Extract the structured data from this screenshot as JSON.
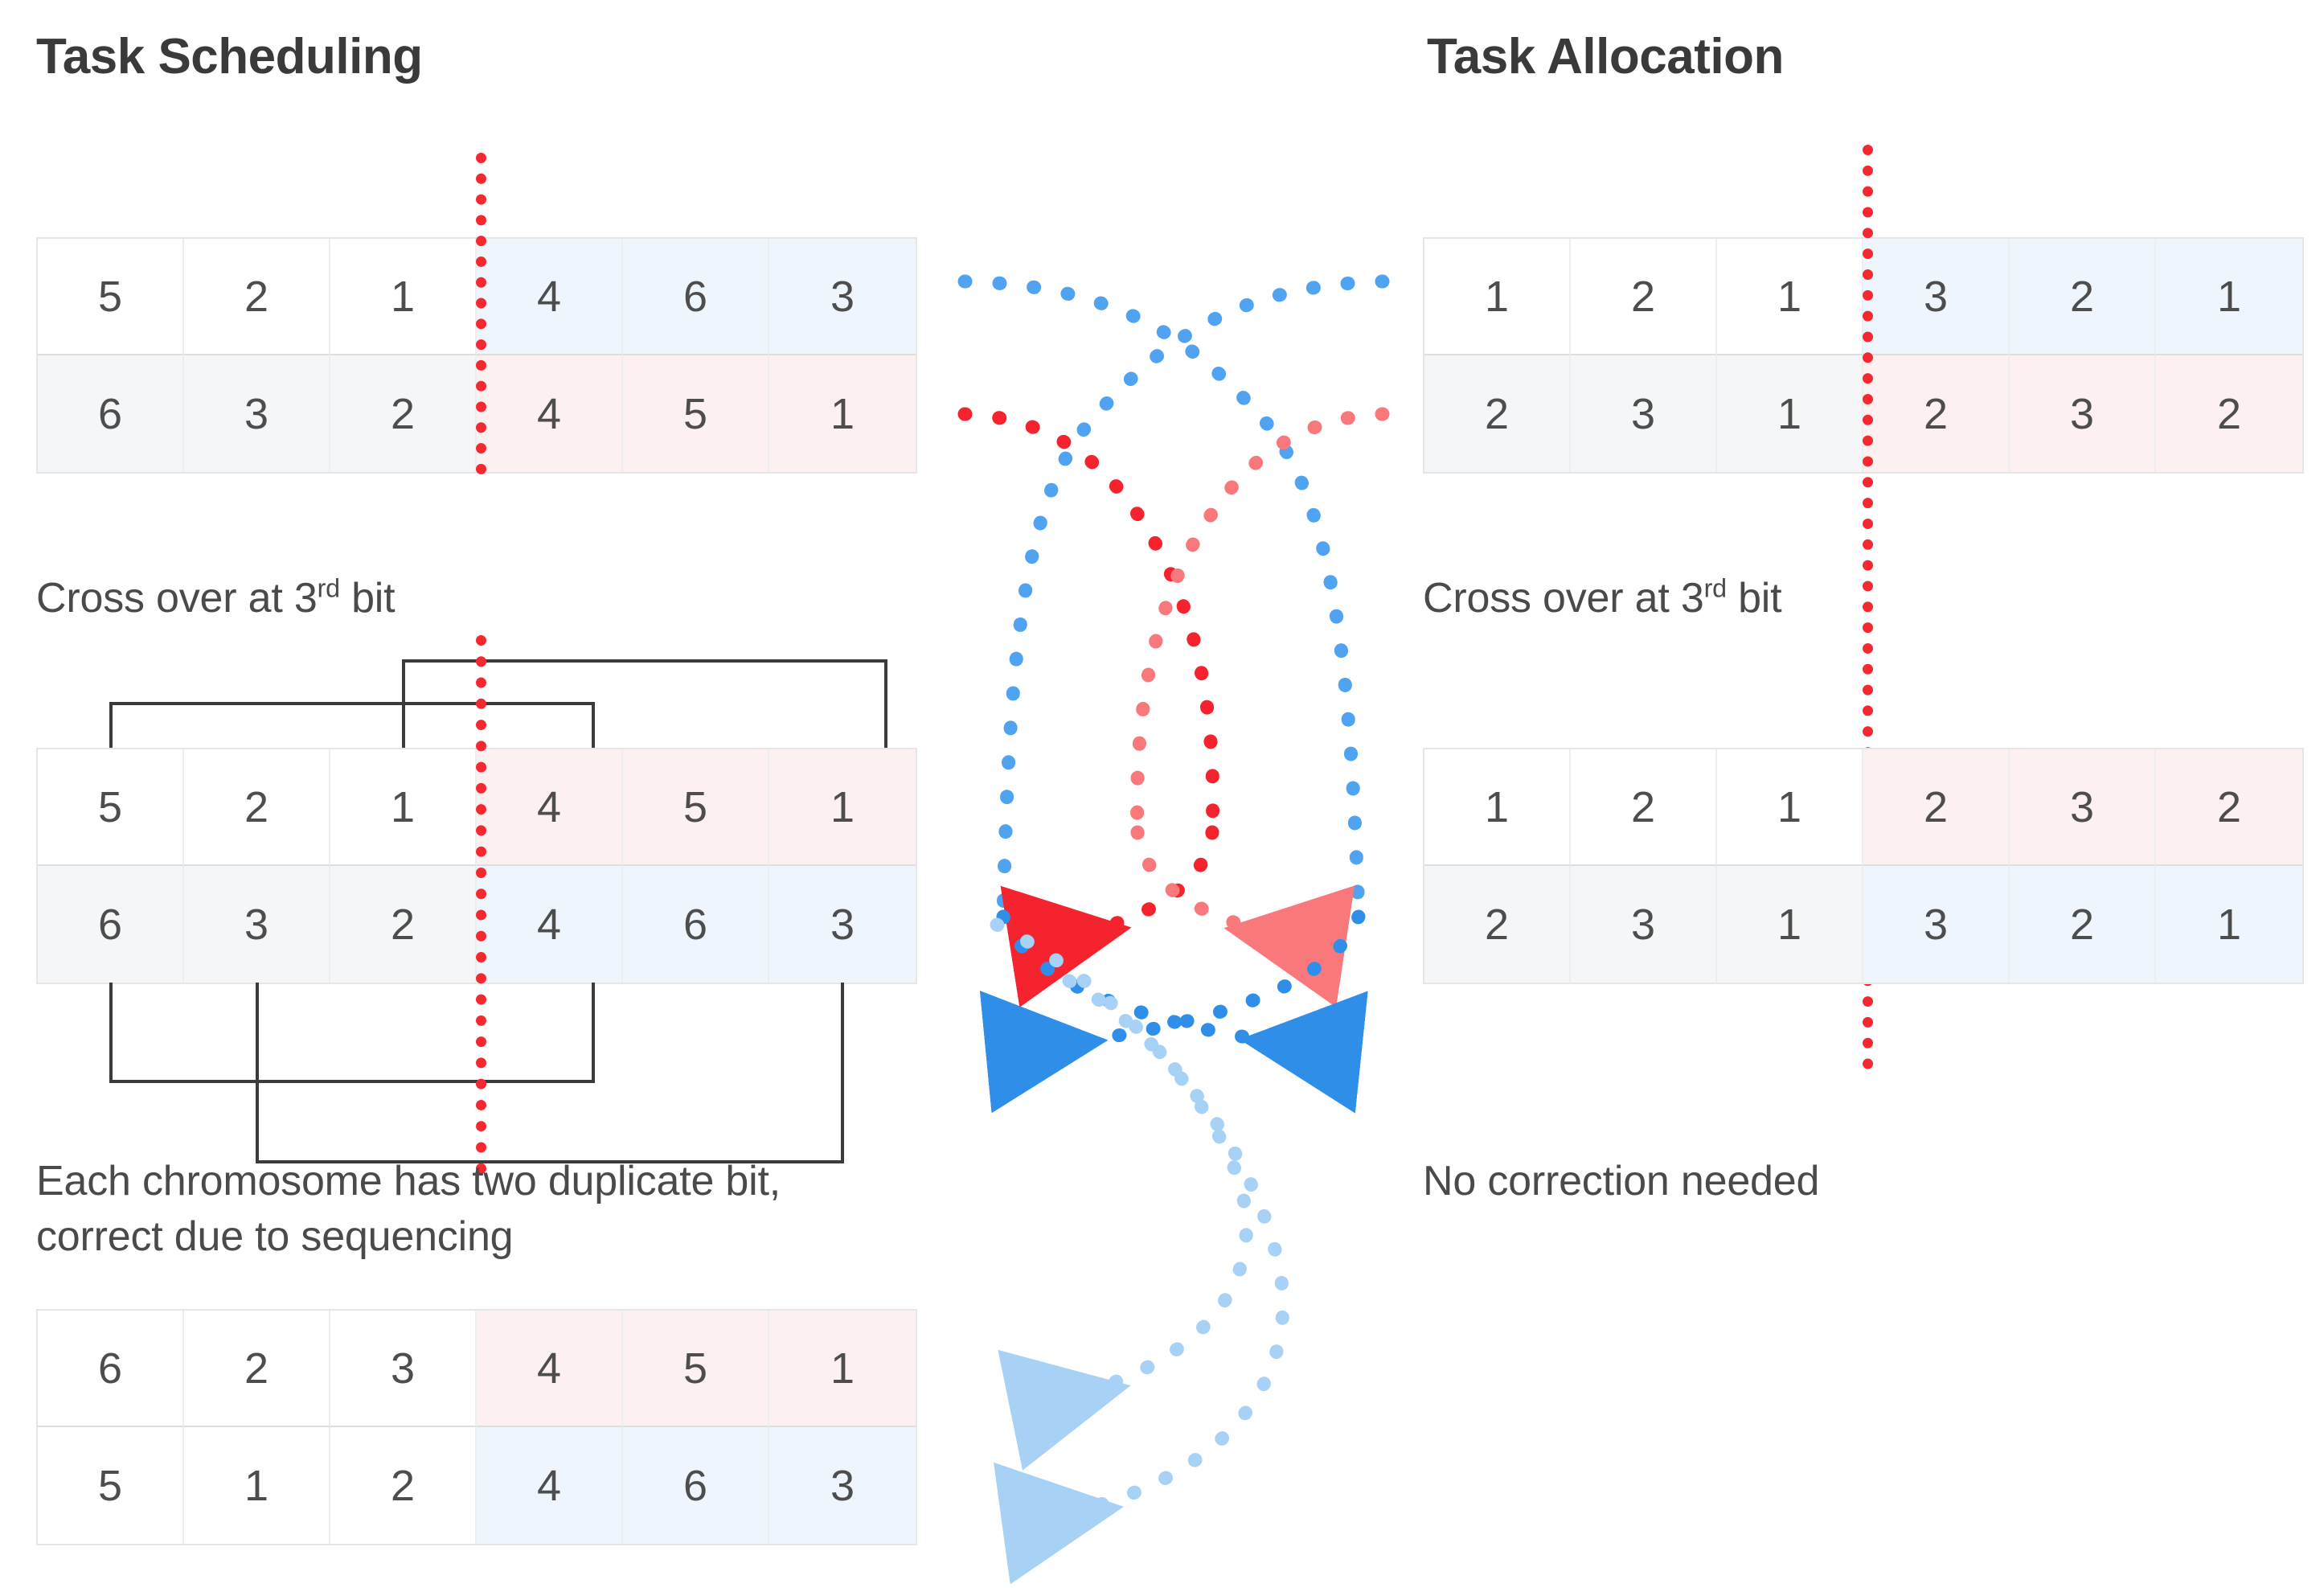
{
  "left_panel": {
    "title": "Task Scheduling",
    "crossover_label": "Cross over at 3",
    "crossover_sup": "rd",
    "crossover_suffix": " bit",
    "note": "Each chromosome has two duplicate bit,\ncorrect due to sequencing",
    "parents": {
      "row1": [
        "5",
        "2",
        "1",
        "4",
        "6",
        "3"
      ],
      "row2": [
        "6",
        "3",
        "2",
        "4",
        "5",
        "1"
      ]
    },
    "crossed": {
      "row1": [
        "5",
        "2",
        "1",
        "4",
        "5",
        "1"
      ],
      "row2": [
        "6",
        "3",
        "2",
        "4",
        "6",
        "3"
      ]
    },
    "corrected": {
      "row1": [
        "6",
        "2",
        "3",
        "4",
        "5",
        "1"
      ],
      "row2": [
        "5",
        "1",
        "2",
        "4",
        "6",
        "3"
      ]
    }
  },
  "right_panel": {
    "title": "Task Allocation",
    "crossover_label": "Cross over at 3",
    "crossover_sup": "rd",
    "crossover_suffix": " bit",
    "note": "No correction needed",
    "parents": {
      "row1": [
        "1",
        "2",
        "1",
        "3",
        "2",
        "1"
      ],
      "row2": [
        "2",
        "3",
        "1",
        "2",
        "3",
        "2"
      ]
    },
    "children": {
      "row1": [
        "1",
        "2",
        "1",
        "2",
        "3",
        "2"
      ],
      "row2": [
        "2",
        "3",
        "1",
        "3",
        "2",
        "1"
      ]
    }
  },
  "colors": {
    "red": "#f4232d",
    "blue": "#1a8cf0",
    "light_blue": "#a8d2f5",
    "light_red": "#f9787c",
    "pink_fill": "#fdf0f0",
    "blue_fill": "#eff5fc",
    "grey_fill": "#f4f6f7",
    "text": "#4d4d4d"
  },
  "icons": {
    "cut_line": "red-dotted-cut-line",
    "arrow_left_red": "arrow-left-red-icon",
    "arrow_right_red": "arrow-right-red-icon",
    "arrow_left_blue": "arrow-left-blue-icon",
    "arrow_right_blue": "arrow-right-blue-icon",
    "arrow_left_lightblue_1": "arrow-left-lightblue-icon",
    "arrow_left_lightblue_2": "arrow-left-lightblue-icon",
    "crossover_curves": "dotted-crossover-curves"
  }
}
